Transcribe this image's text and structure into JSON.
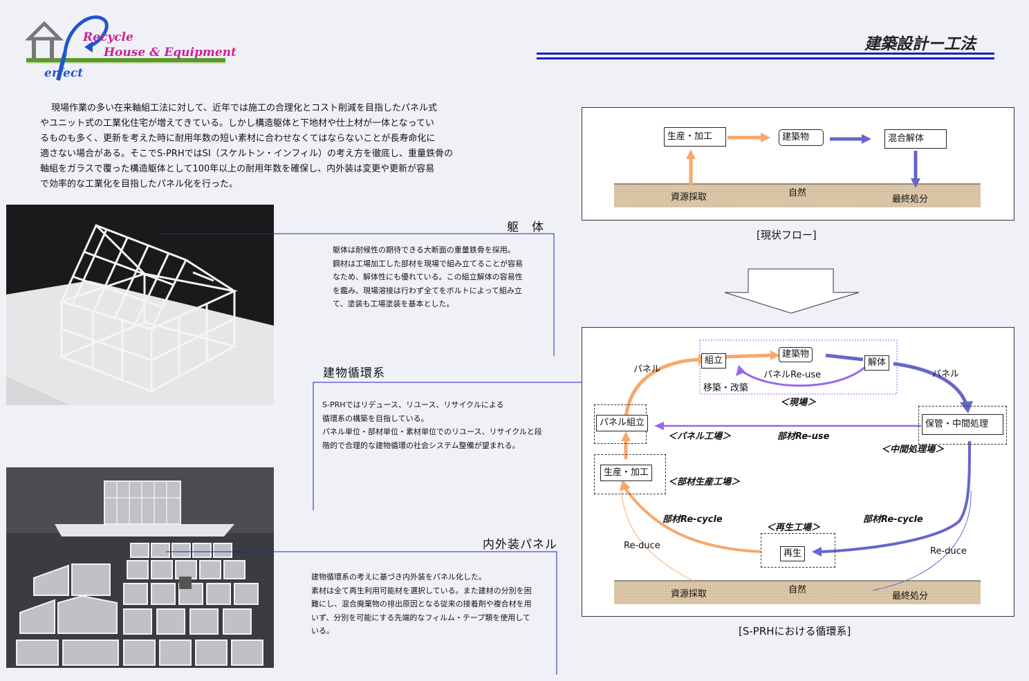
{
  "logo": {
    "line1": "Recycle",
    "line2": "House & Equipment",
    "line3": "erfect"
  },
  "header": {
    "title": "建築設計ー工法"
  },
  "intro": {
    "lines": [
      "現場作業の多い在来軸組工法に対して、近年では施工の合理化とコスト削減を目指したパネル式",
      "やユニット式の工業化住宅が増えてきている。しかし構造躯体と下地材や仕上材が一体となってい",
      "るものも多く、更新を考えた時に耐用年数の短い素材に合わせなくてはならないことが長寿命化に",
      "適さない場合がある。そこでS-PRHではSI（スケルトン・インフィル）の考え方を徹底し、重量鉄骨の",
      "軸組をガラスで覆った構造躯体として100年以上の耐用年数を確保し、内外装は変更や更新が容易",
      "で効率的な工業化を目指したパネル化を行った。"
    ]
  },
  "sections": {
    "kutai": {
      "title": "躯　体",
      "lines": [
        "躯体は耐候性の期待できる大断面の重量鉄骨を採用。",
        "鋼材は工場加工した部材を現場で組み立てることが容易",
        "なため、解体性にも優れている。この組立解体の容易性",
        "を鑑み、現場溶接は行わず全てをボルトによって組み立",
        "て、塗装も工場塗装を基本とした。"
      ]
    },
    "junkan": {
      "title": "建物循環系",
      "lines": [
        "S-PRHではリデュース、リユース、リサイクルによる",
        "循環系の構築を目指している。",
        "パネル単位・部材単位・素材単位でのリユース、リサイクルと段",
        "階的で合理的な建物循環の社会システム整備が望まれる。"
      ]
    },
    "naigai": {
      "title": "内外装パネル",
      "lines": [
        "建物循環系の考えに基づき内外装をパネル化した。",
        "素材は全て再生利用可能材を選択している。また建材の分別を困",
        "難にし、混合廃棄物の排出原因となる従来の接着剤や複合材を用",
        "いず、分別を可能にする先端的なフィルム・テープ類を使用して",
        "いる。"
      ]
    }
  },
  "flow1": {
    "caption": "[現状フロー]",
    "seisan": "生産・加工",
    "kenchikubutsu": "建築物",
    "kongo": "混合解体",
    "shigen": "資源採取",
    "shizen": "自然",
    "saishu": "最終処分"
  },
  "flow2": {
    "caption": "[S-PRHにおける循環系]",
    "kumitate": "組立",
    "kenchikubutsu": "建築物",
    "kaitai": "解体",
    "panel_reuse": "パネルRe-use",
    "ichiku": "移築・改築",
    "genba": "＜現場＞",
    "panel_left": "パネル",
    "panel_right": "パネル",
    "panel_kumitate": "パネル組立",
    "panel_kojo": "＜パネル工場＞",
    "buzai_reuse": "部材Re-use",
    "hokan": "保管・中間処理",
    "chukan": "＜中間処理場＞",
    "seisan": "生産・加工",
    "buzai_kojo": "＜部材生産工場＞",
    "buzai_recycle_l": "部材Re-cycle",
    "buzai_recycle_r": "部材Re-cycle",
    "saisei_kojo": "＜再生工場＞",
    "saisei": "再生",
    "reduce_l": "Re-duce",
    "reduce_r": "Re-duce",
    "shigen": "資源採取",
    "shizen": "自然",
    "saishu": "最終処分"
  },
  "colors": {
    "orange": "#f8a76a",
    "blue": "#6666cc",
    "purple": "#9966ee",
    "header_rule": "#1a1acc",
    "logo_blue": "#2255cc",
    "logo_pink": "#cc2299",
    "logo_green": "#5a9a2a"
  }
}
